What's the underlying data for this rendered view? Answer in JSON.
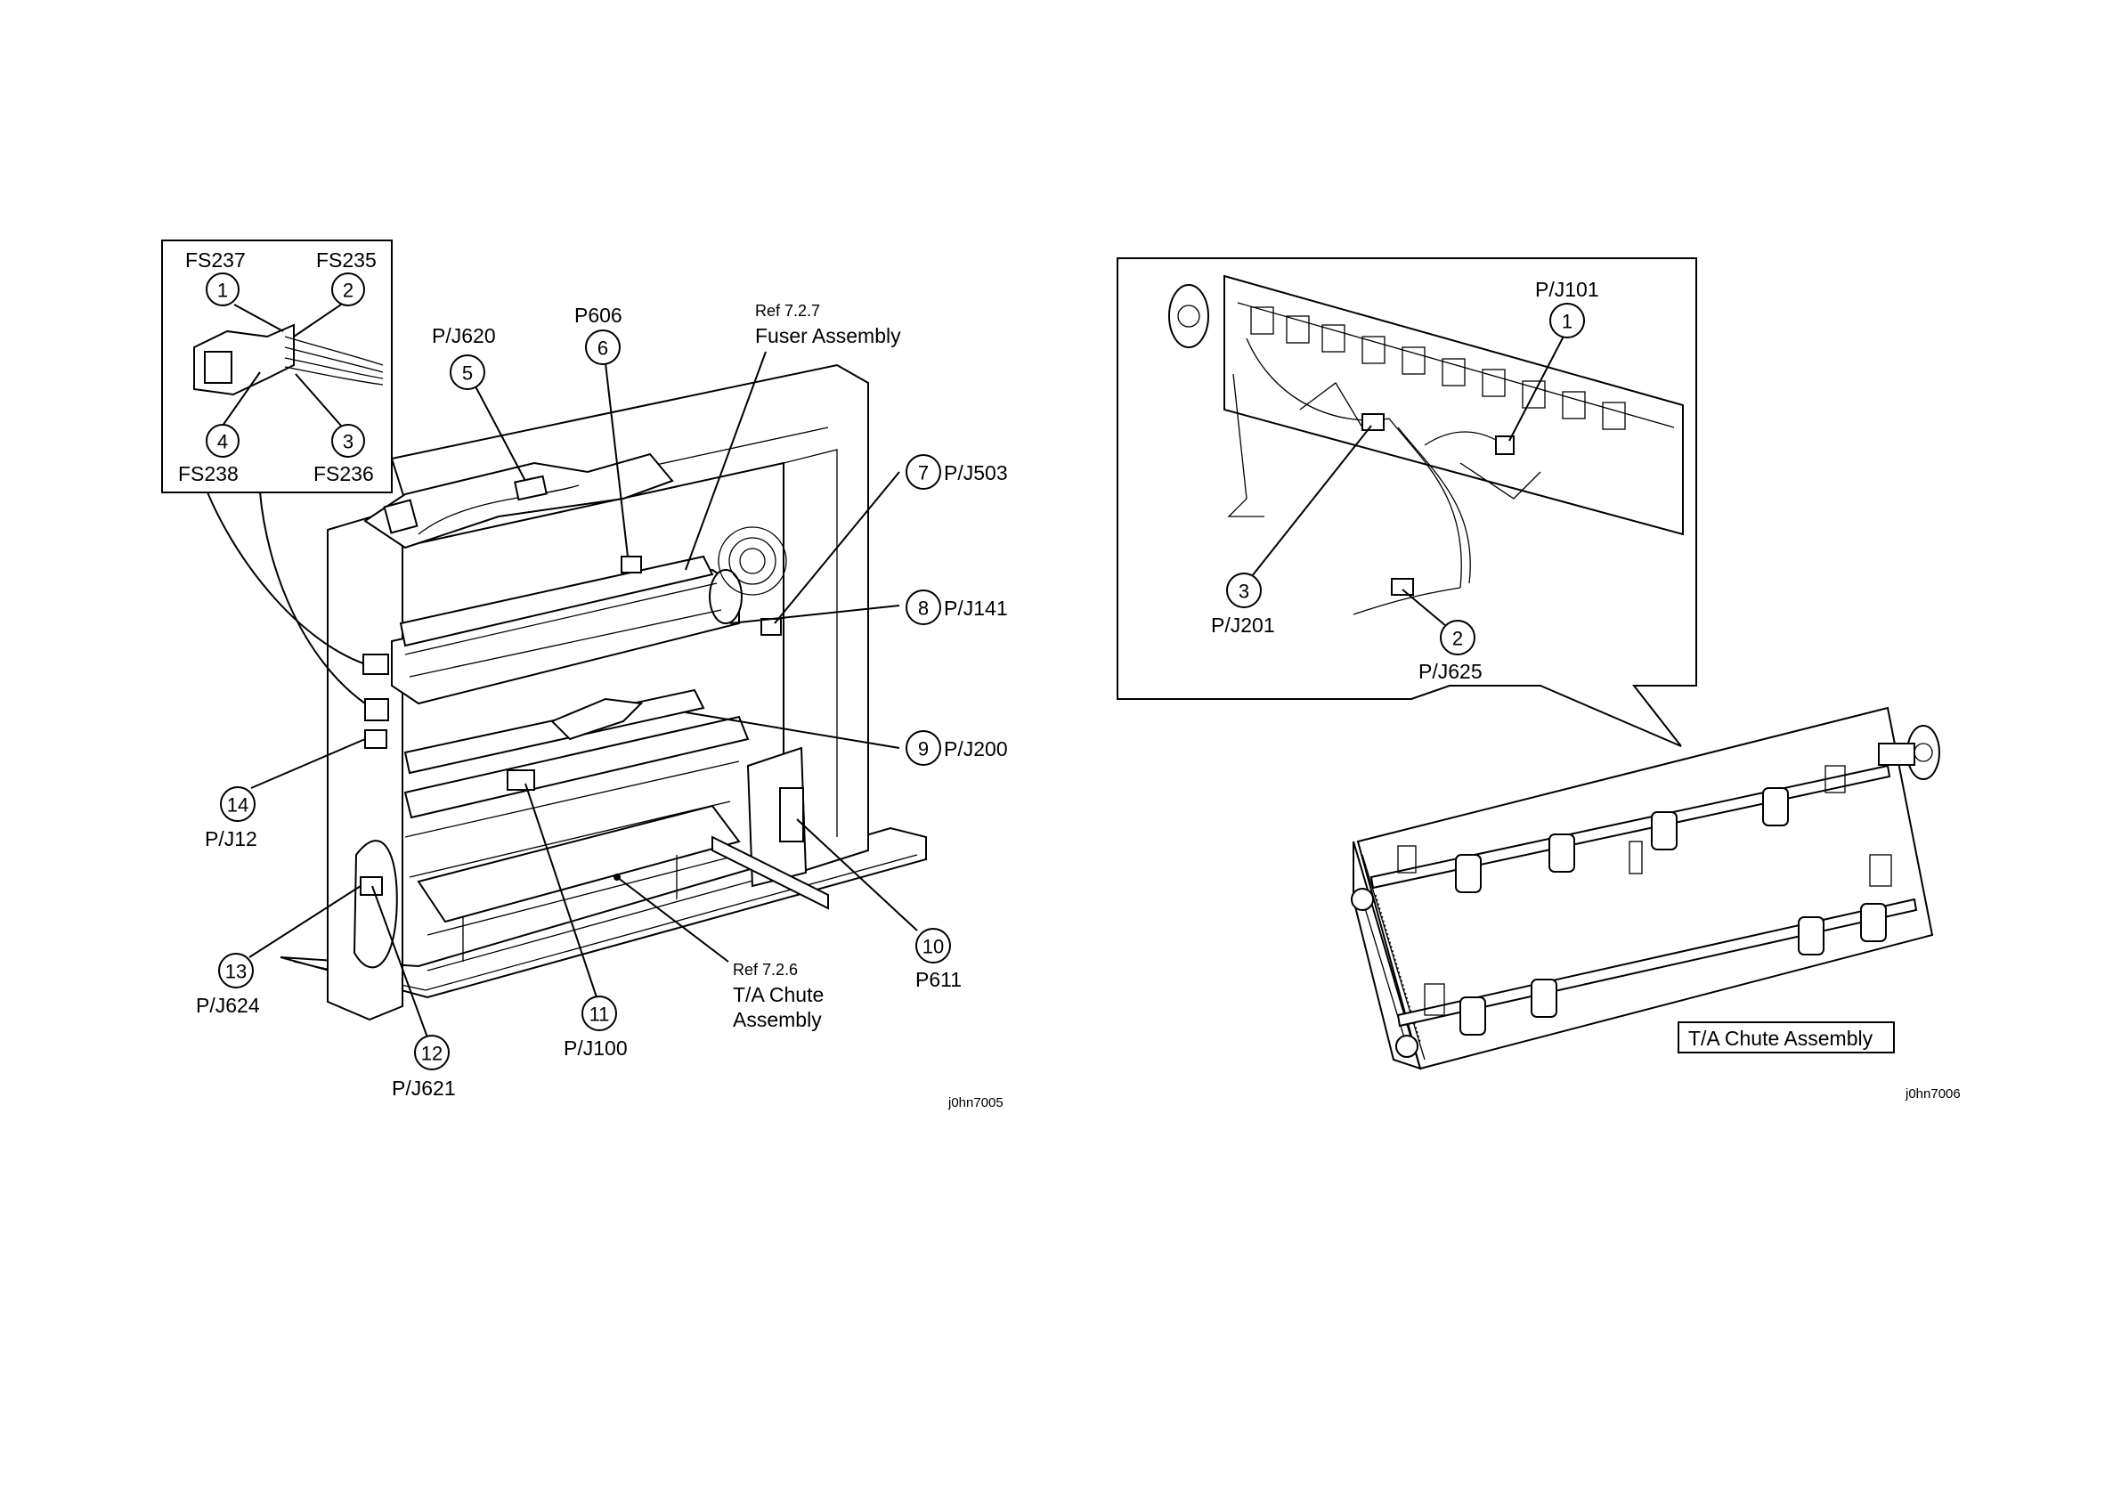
{
  "left_figure": {
    "inset_labels": {
      "fs237": "FS237",
      "fs235": "FS235",
      "fs238": "FS238",
      "fs236": "FS236"
    },
    "inset_numbers": [
      "1",
      "2",
      "3",
      "4"
    ],
    "callouts": [
      {
        "num": "5",
        "label": "P/J620"
      },
      {
        "num": "6",
        "label": "P606"
      },
      {
        "num": "7",
        "label": "P/J503"
      },
      {
        "num": "8",
        "label": "P/J141"
      },
      {
        "num": "9",
        "label": "P/J200"
      },
      {
        "num": "10",
        "label": "P611"
      },
      {
        "num": "11",
        "label": "P/J100"
      },
      {
        "num": "12",
        "label": "P/J621"
      },
      {
        "num": "13",
        "label": "P/J624"
      },
      {
        "num": "14",
        "label": "P/J12"
      }
    ],
    "fuser_ref": "Ref 7.2.7",
    "fuser_name": "Fuser Assembly",
    "chute_ref": "Ref 7.2.6",
    "chute_name_1": "T/A Chute",
    "chute_name_2": "Assembly",
    "figure_code": "j0hn7005"
  },
  "right_figure": {
    "callouts": [
      {
        "num": "1",
        "label": "P/J101"
      },
      {
        "num": "2",
        "label": "P/J625"
      },
      {
        "num": "3",
        "label": "P/J201"
      }
    ],
    "assembly_label": "T/A Chute Assembly",
    "figure_code": "j0hn7006"
  }
}
